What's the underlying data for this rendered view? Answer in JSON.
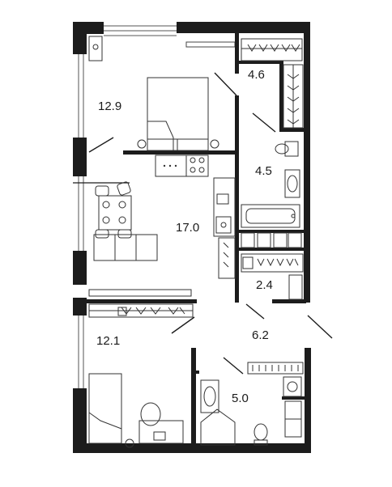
{
  "rooms": [
    {
      "id": "bedroom-1",
      "area": "12.9"
    },
    {
      "id": "wardrobe",
      "area": "4.6"
    },
    {
      "id": "bathroom-1",
      "area": "4.5"
    },
    {
      "id": "kitchen-living",
      "area": "17.0"
    },
    {
      "id": "storage",
      "area": "2.4"
    },
    {
      "id": "hallway",
      "area": "6.2"
    },
    {
      "id": "bedroom-2",
      "area": "12.1"
    },
    {
      "id": "bathroom-2",
      "area": "5.0"
    }
  ],
  "colors": {
    "wall": "#1c1c1c",
    "line": "#333333",
    "background": "#ffffff"
  },
  "icons": [
    "bed-icon",
    "sofa-icon",
    "dining-table-icon",
    "stove-icon",
    "sink-icon",
    "bathtub-icon",
    "toilet-icon",
    "washbasin-icon",
    "shower-icon",
    "washing-machine-icon",
    "wardrobe-hangers-icon",
    "chair-icon"
  ]
}
